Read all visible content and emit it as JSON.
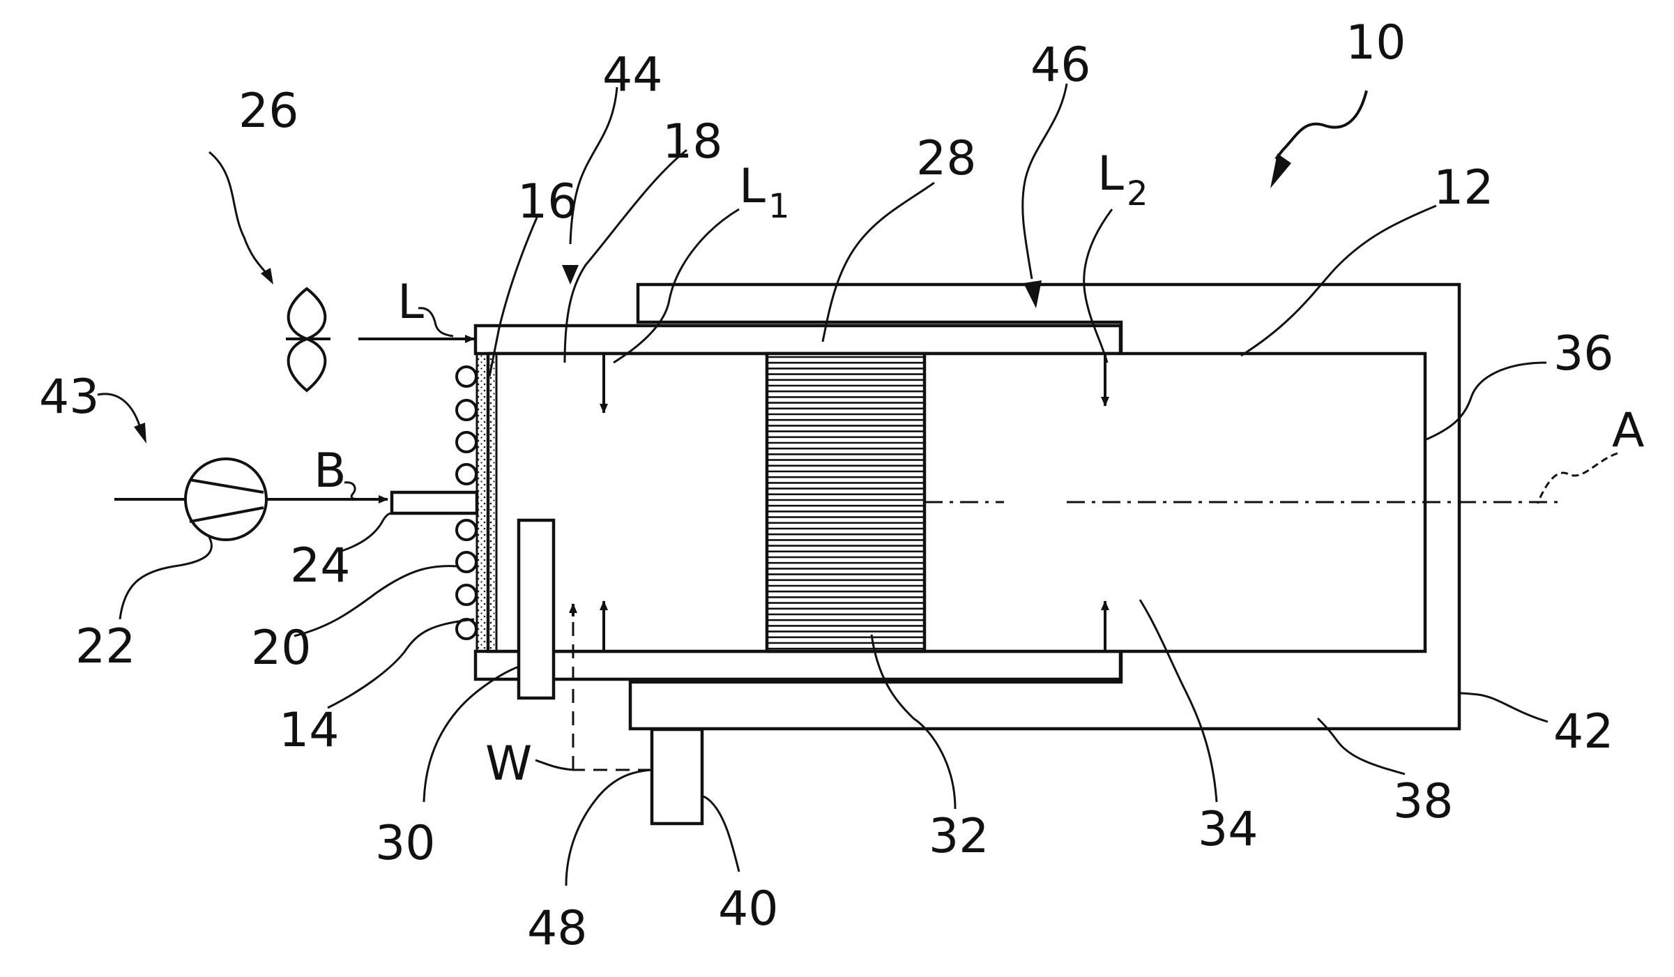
{
  "labels": {
    "l10": "10",
    "l12": "12",
    "l14": "14",
    "l16": "16",
    "l18": "18",
    "l20": "20",
    "l22": "22",
    "l24": "24",
    "l26": "26",
    "l28": "28",
    "l30": "30",
    "l32": "32",
    "l34": "34",
    "l36": "36",
    "l38": "38",
    "l40": "40",
    "l42": "42",
    "l43": "43",
    "l44": "44",
    "l46": "46",
    "l48": "48",
    "A": "A",
    "B": "B",
    "L": "L",
    "L1": "L",
    "L1_sub": "1",
    "L2": "L",
    "L2_sub": "2",
    "W": "W"
  },
  "colors": {
    "line": "#111111",
    "background": "#ffffff"
  }
}
